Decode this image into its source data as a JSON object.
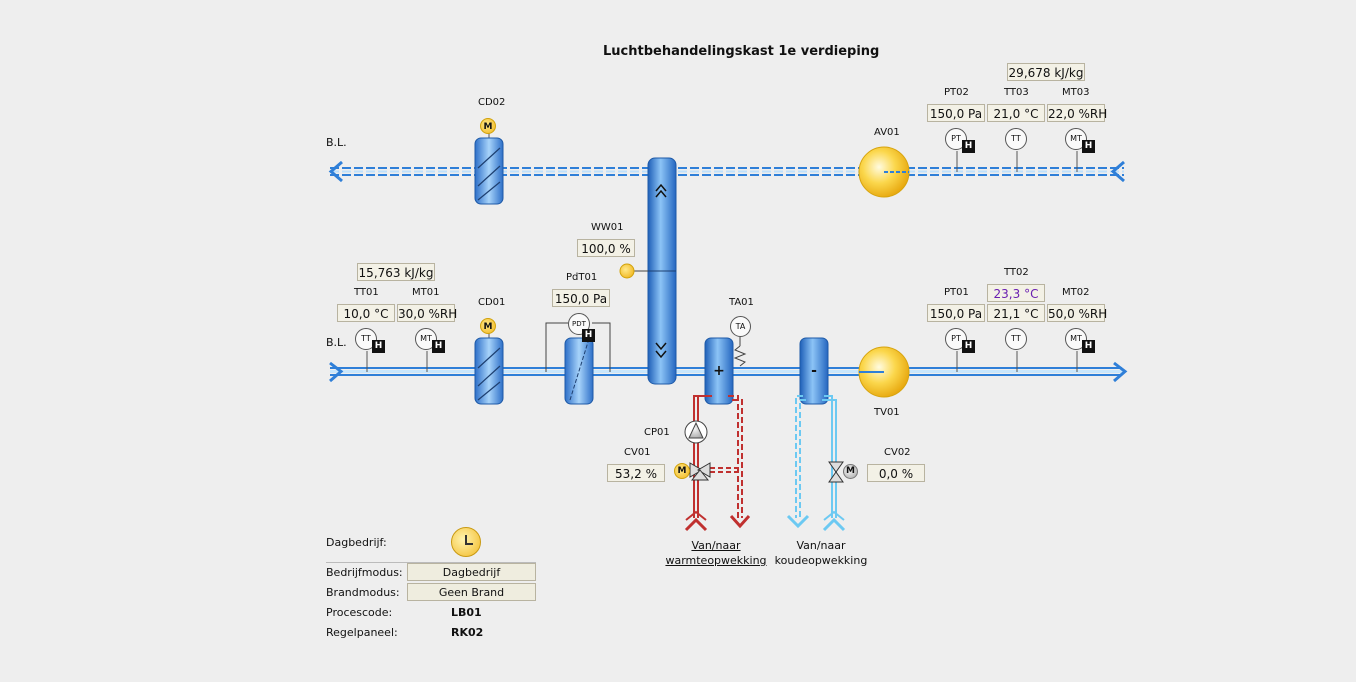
{
  "title": "Luchtbehandelingskast 1e verdieping",
  "colors": {
    "duct_blue": "#2f7fd8",
    "hot_red": "#c0302f",
    "cold_cyan": "#6cc9f2",
    "fan_yellow": "#f7c21a",
    "value_box": "#f3f1e6",
    "setpoint_purple": "#6a1fb0"
  },
  "exhaust": {
    "label": "B.L.",
    "enthalpy": "29,678 kJ/kg",
    "damper": {
      "tag": "CD02",
      "motor": "M"
    },
    "fan": {
      "tag": "AV01"
    },
    "pt": {
      "tag": "PT02",
      "value": "150,0 Pa",
      "sensor": "PT",
      "hand": "H"
    },
    "tt": {
      "tag": "TT03",
      "value": "21,0 °C",
      "sensor": "TT"
    },
    "mt": {
      "tag": "MT03",
      "value": "22,0 %RH",
      "sensor": "MT",
      "hand": "H"
    }
  },
  "recovery": {
    "tag": "WW01",
    "value": "100,0 %",
    "arrow_up": "^^",
    "arrow_down": "vv"
  },
  "supply": {
    "label": "B.L.",
    "enthalpy": "15,763 kJ/kg",
    "tt01": {
      "tag": "TT01",
      "value": "10,0 °C",
      "sensor": "TT",
      "hand": "H"
    },
    "mt01": {
      "tag": "MT01",
      "value": "30,0 %RH",
      "sensor": "MT",
      "hand": "H"
    },
    "damper": {
      "tag": "CD01",
      "motor": "M"
    },
    "filter": {
      "tag": "PdT01",
      "value": "150,0 Pa",
      "sensor": "PDT",
      "hand": "H"
    },
    "heater": {
      "symbol": "+"
    },
    "cooler": {
      "symbol": "-"
    },
    "ta": {
      "tag": "TA01",
      "sensor": "TA"
    },
    "fan": {
      "tag": "TV01"
    },
    "pt01": {
      "tag": "PT01",
      "value": "150,0 Pa",
      "sensor": "PT",
      "hand": "H"
    },
    "tt02": {
      "tag": "TT02",
      "setpoint": "23,3 °C",
      "value": "21,1 °C",
      "sensor": "TT"
    },
    "mt02": {
      "tag": "MT02",
      "value": "50,0 %RH",
      "sensor": "MT",
      "hand": "H"
    }
  },
  "heating": {
    "pump": {
      "tag": "CP01"
    },
    "valve": {
      "tag": "CV01",
      "value": "53,2 %",
      "motor": "M"
    },
    "link_line1": "Van/naar",
    "link_line2": "warmteopwekking"
  },
  "cooling": {
    "valve": {
      "tag": "CV02",
      "value": "0,0 %",
      "motor": "M"
    },
    "link_line1": "Van/naar",
    "link_line2": "koudeopwekking"
  },
  "status": {
    "day_label": "Dagbedrijf:",
    "mode_label": "Bedrijfmodus:",
    "mode_value": "Dagbedrijf",
    "fire_label": "Brandmodus:",
    "fire_value": "Geen Brand",
    "process_label": "Procescode:",
    "process_value": "LB01",
    "panel_label": "Regelpaneel:",
    "panel_value": "RK02"
  }
}
